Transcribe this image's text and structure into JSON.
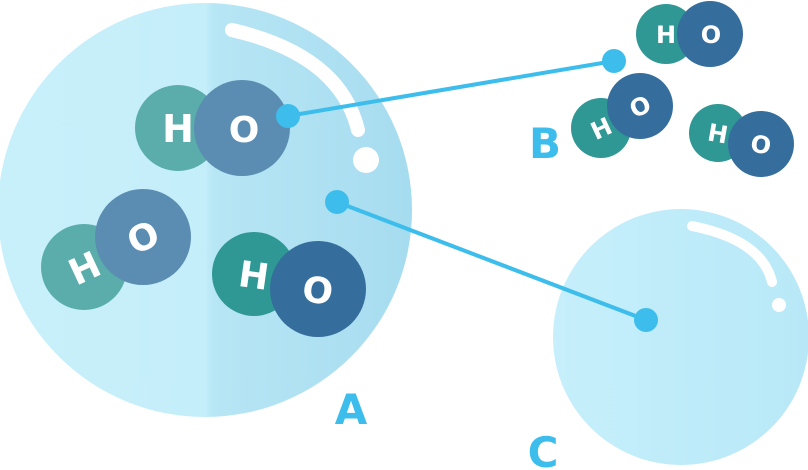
{
  "colors": {
    "bubble_light": "#c8f0fb",
    "bubble_mid": "#a9e0f2",
    "bubble_edge": "#96d6ec",
    "highlight": "#ffffff",
    "pointer": "#3dbdec",
    "label": "#3dbdec",
    "hydrogen_light": "#5aadaa",
    "hydrogen_dark": "#2f9894",
    "oxygen_light": "#5b8db3",
    "oxygen_dark": "#356e9c"
  },
  "labels": {
    "a": "A",
    "b": "B",
    "c": "C"
  },
  "atoms": {
    "hydrogen": "H",
    "oxygen": "O"
  }
}
